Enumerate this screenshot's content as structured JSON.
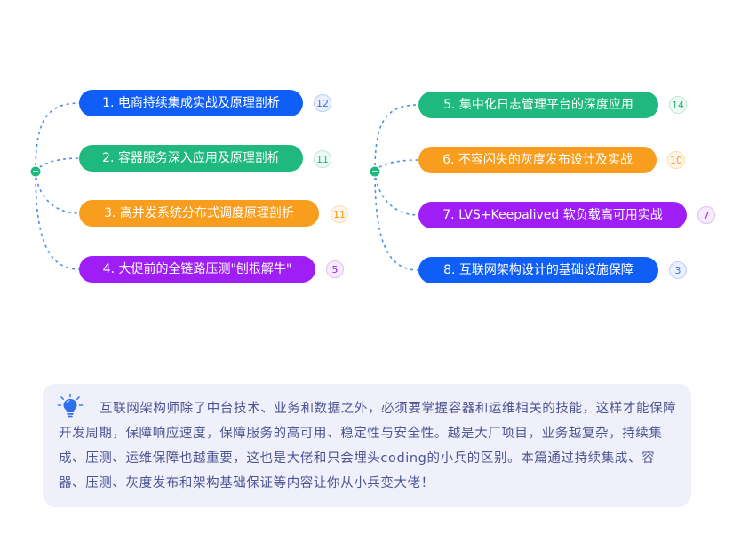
{
  "colors": {
    "blue": "#0f5ef7",
    "green": "#1fb87e",
    "orange": "#f89d1e",
    "purple": "#9e1ef5",
    "connector": "#4b8fea",
    "description_text": "#4d5594",
    "description_bg": "#eff0fa"
  },
  "left_branch": {
    "items": [
      {
        "label": "1. 电商持续集成实战及原理剖析",
        "count": "12",
        "color": "blue"
      },
      {
        "label": "2. 容器服务深入应用及原理剖析",
        "count": "11",
        "color": "green"
      },
      {
        "label": "3. 高并发系统分布式调度原理剖析",
        "count": "11",
        "color": "orange"
      },
      {
        "label": "4. 大促前的全链路压测\"刨根解牛\"",
        "count": "5",
        "color": "purple"
      }
    ]
  },
  "right_branch": {
    "items": [
      {
        "label": "5. 集中化日志管理平台的深度应用",
        "count": "14",
        "color": "green"
      },
      {
        "label": "6. 不容闪失的灰度发布设计及实战",
        "count": "10",
        "color": "orange"
      },
      {
        "label": "7.  LVS+Keepalived 软负载高可用实战",
        "count": "7",
        "color": "purple"
      },
      {
        "label": "8. 互联网架构设计的基础设施保障",
        "count": "3",
        "color": "blue"
      }
    ]
  },
  "description": {
    "icon": "lightbulb-icon",
    "text": "互联网架构师除了中台技术、业务和数据之外，必须要掌握容器和运维相关的技能，这样才能保障开发周期，保障响应速度，保障服务的高可用、稳定性与安全性。越是大厂项目，业务越复杂，持续集成、压测、运维保障也越重要，这也是大佬和只会埋头coding的小兵的区别。本篇通过持续集成、容器、压测、灰度发布和架构基础保证等内容让你从小兵变大佬！"
  }
}
